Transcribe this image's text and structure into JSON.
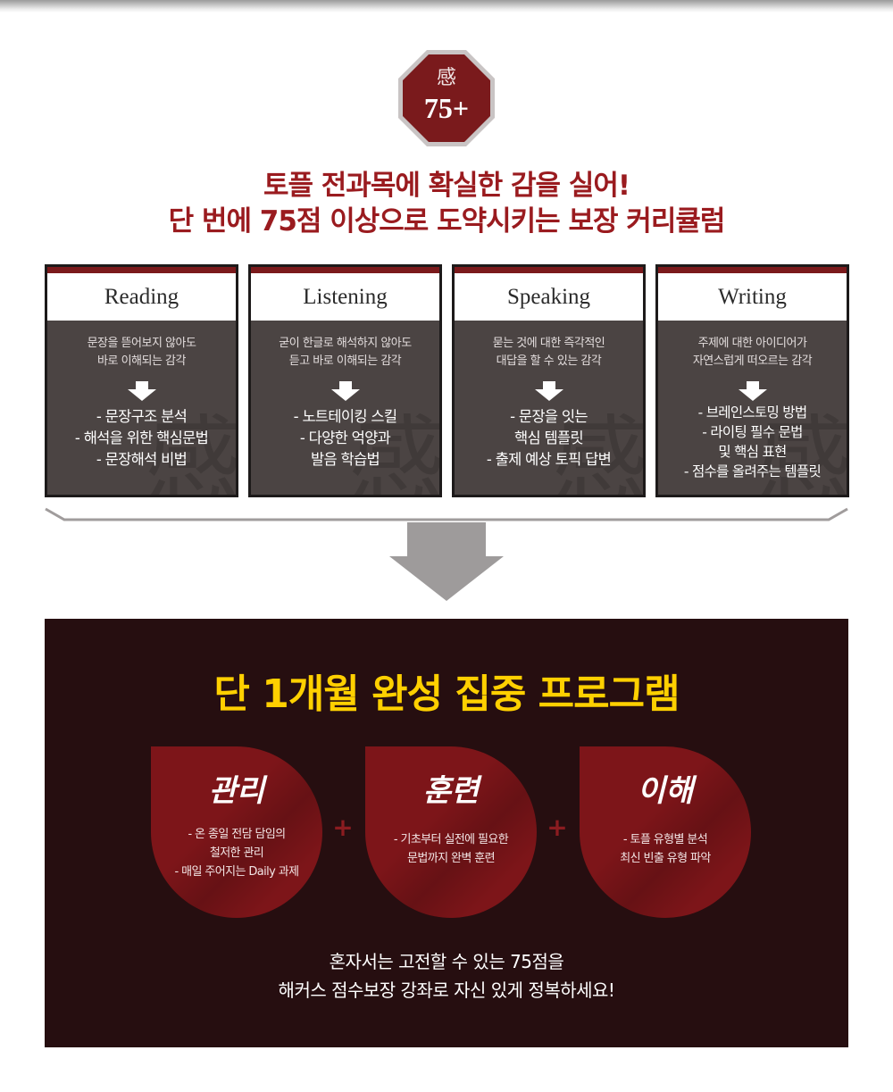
{
  "badge": {
    "char": "感",
    "value": "75+"
  },
  "headline": {
    "line1": "토플 전과목에 확실한 감을 실어!",
    "line2": "단 번에 75점 이상으로 도약시키는 보장 커리큘럼"
  },
  "cards": [
    {
      "title": "Reading",
      "watermark": "感",
      "desc": [
        "문장을 뜯어보지 않아도",
        "바로 이해되는 감각"
      ],
      "points": [
        "- 문장구조 분석",
        "- 해석을 위한 핵심문법",
        "- 문장해석 비법"
      ]
    },
    {
      "title": "Listening",
      "watermark": "感",
      "desc": [
        "굳이 한글로 해석하지 않아도",
        "듣고 바로 이해되는 감각"
      ],
      "points": [
        "- 노트테이킹 스킬",
        "- 다양한 억양과",
        "발음 학습법"
      ]
    },
    {
      "title": "Speaking",
      "watermark": "感",
      "desc": [
        "묻는 것에 대한 즉각적인",
        "대답을 할 수 있는 감각"
      ],
      "points": [
        "- 문장을 잇는",
        "핵심 템플릿",
        "- 출제 예상 토픽 답변"
      ]
    },
    {
      "title": "Writing",
      "watermark": "感",
      "desc": [
        "주제에 대한 아이디어가",
        "자연스럽게 떠오르는 감각"
      ],
      "points": [
        "- 브레인스토밍 방법",
        "- 라이팅 필수 문법",
        "및 핵심 표현",
        "- 점수를 올려주는 템플릿"
      ]
    }
  ],
  "program": {
    "title": "단 1개월 완성 집중 프로그램",
    "plus": "+",
    "items": [
      {
        "title": "관리",
        "desc": [
          "- 온 종일 전담 담임의",
          "철저한 관리",
          "- 매일 주어지는 Daily 과제"
        ]
      },
      {
        "title": "훈련",
        "desc": [
          "- 기초부터 실전에 필요한",
          "문법까지 완벽 훈련"
        ]
      },
      {
        "title": "이해",
        "desc": [
          "- 토플 유형별 분석",
          "최신 빈출 유형 파악"
        ]
      }
    ],
    "closing": [
      "혼자서는 고전할 수 있는 75점을",
      "해커스 점수보장 강좌로 자신 있게 정복하세요!"
    ]
  },
  "colors": {
    "accent_red": "#9a1b1f",
    "card_bg": "#4b4443",
    "program_bg": "#260e10",
    "program_title": "#ffd000",
    "circle_red": "#7d1519"
  },
  "icons": [
    "octagon-badge-icon",
    "down-arrow-icon",
    "bracket-line-icon",
    "big-down-arrow-icon",
    "plus-icon"
  ]
}
